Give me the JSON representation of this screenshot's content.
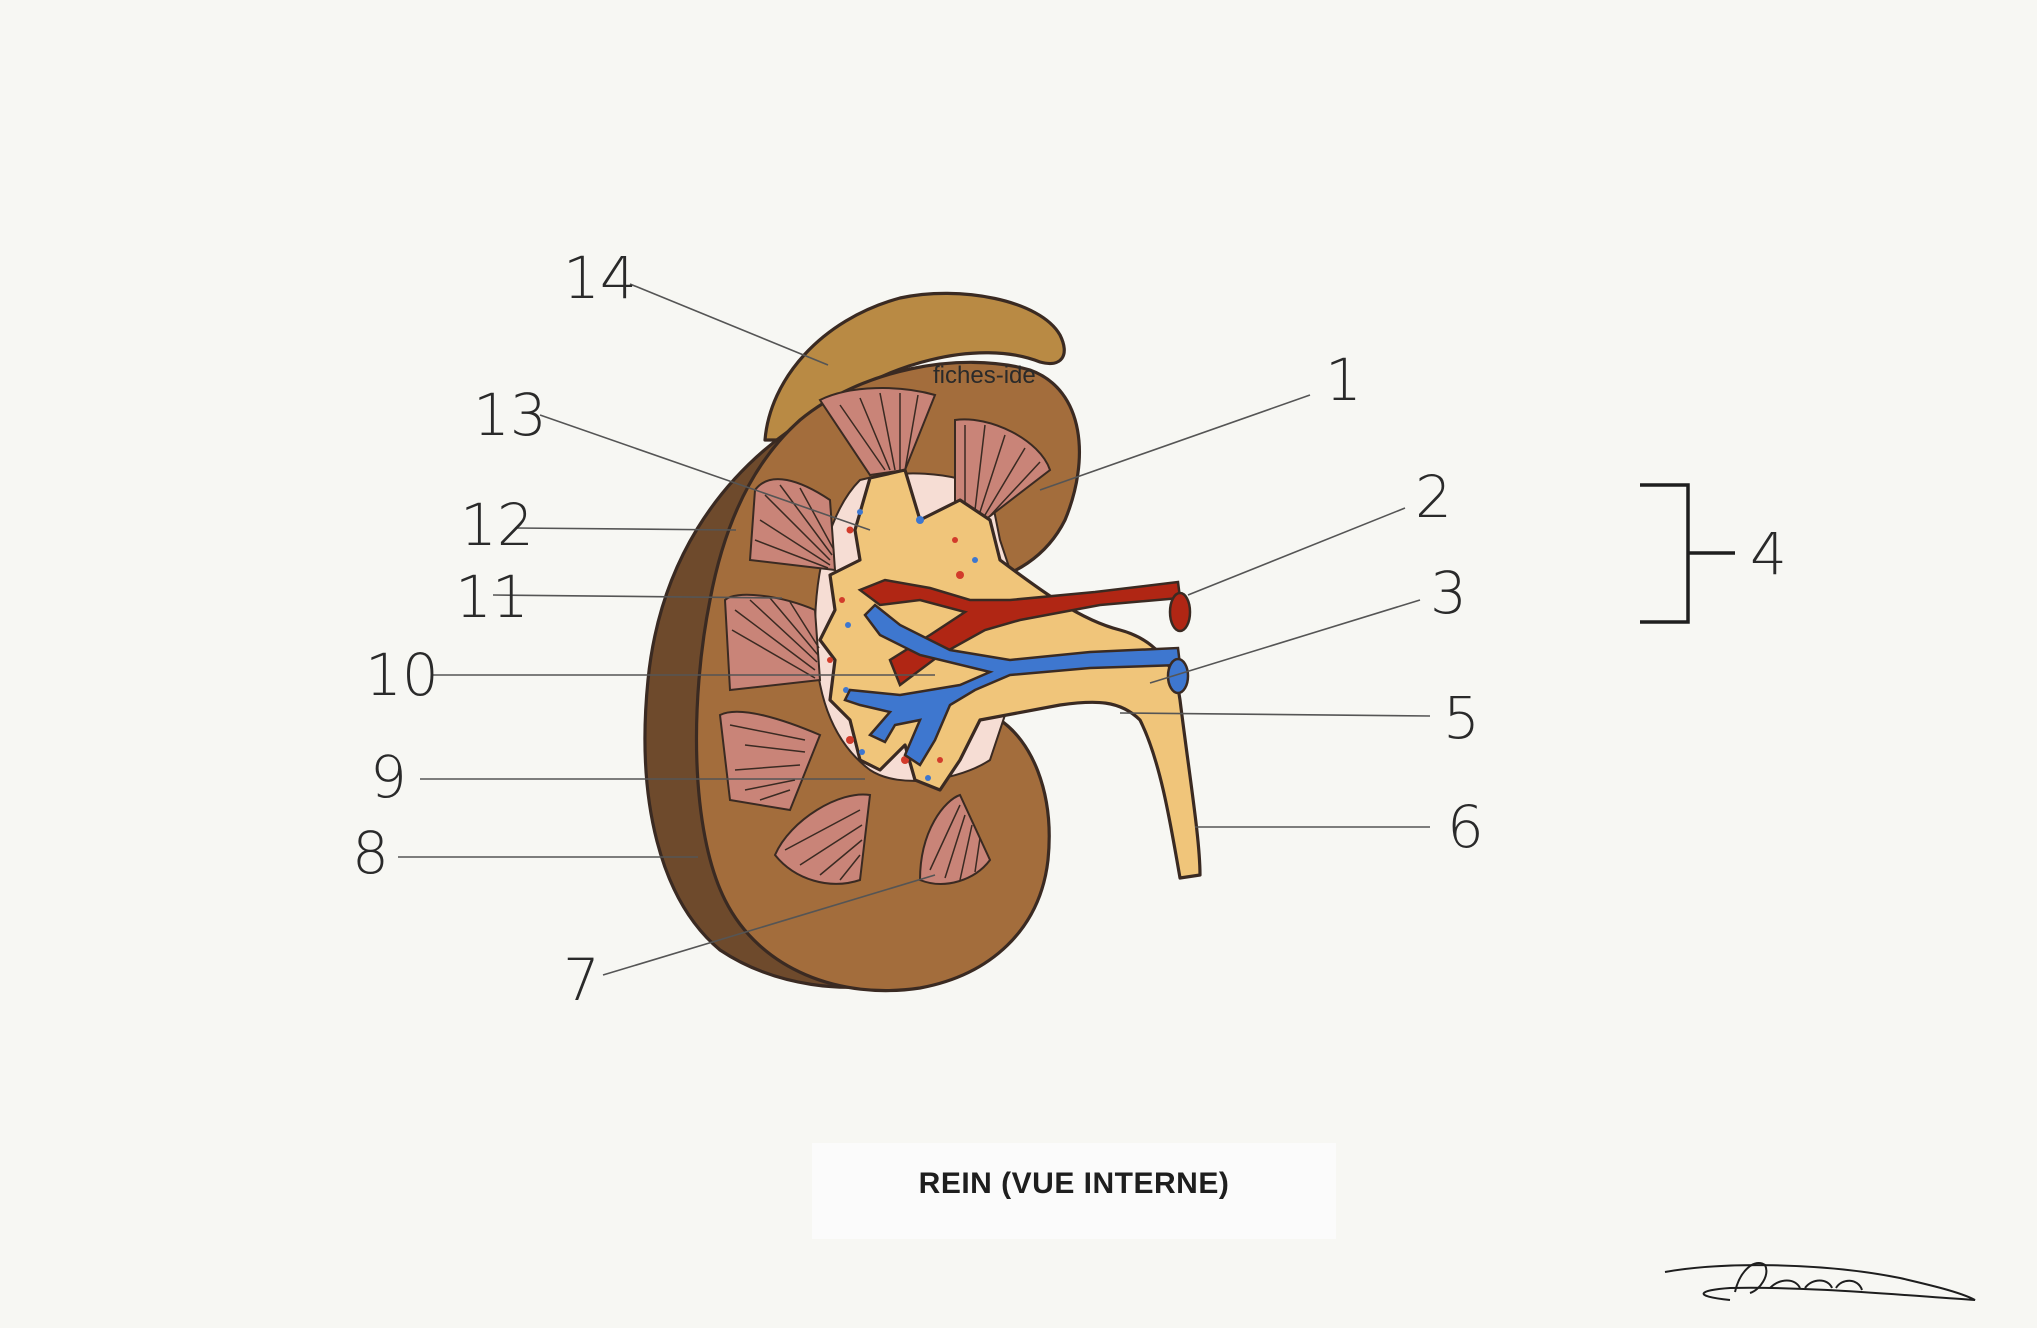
{
  "diagram": {
    "watermark": "fiches-ide",
    "title": "REIN (VUE INTERNE)",
    "labels": [
      "1",
      "2",
      "3",
      "4",
      "5",
      "6",
      "7",
      "8",
      "9",
      "10",
      "11",
      "12",
      "13",
      "14"
    ],
    "colors": {
      "background": "#f7f7f3",
      "adrenal_gland": "#b98a44",
      "kidney_cortex": "#a36d3c",
      "kidney_shadow": "#6e4a2c",
      "medulla_pyramid": "#c98478",
      "pelvis_calyx": "#f0c57a",
      "sinus_fat": "#f6ddd4",
      "renal_artery": "#b02614",
      "renal_vein": "#3e77cf"
    }
  }
}
